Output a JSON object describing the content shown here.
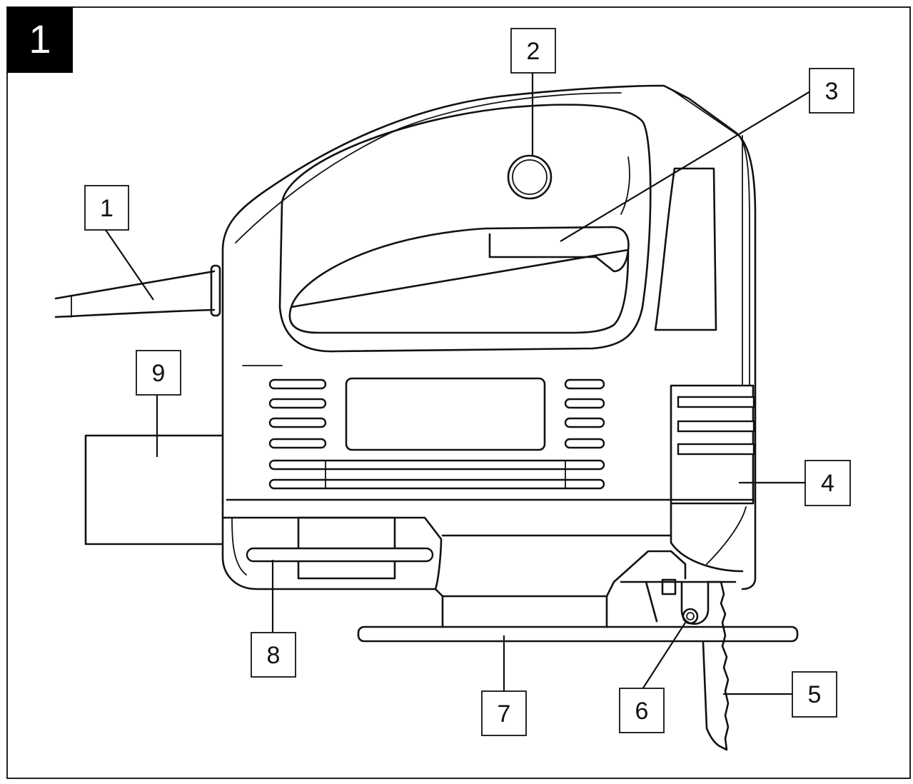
{
  "figure": {
    "number": "1"
  },
  "callouts": [
    "1",
    "2",
    "3",
    "4",
    "5",
    "6",
    "7",
    "8",
    "9"
  ],
  "colors": {
    "ink": "#111111",
    "paper": "#ffffff",
    "badge": "#000000"
  }
}
